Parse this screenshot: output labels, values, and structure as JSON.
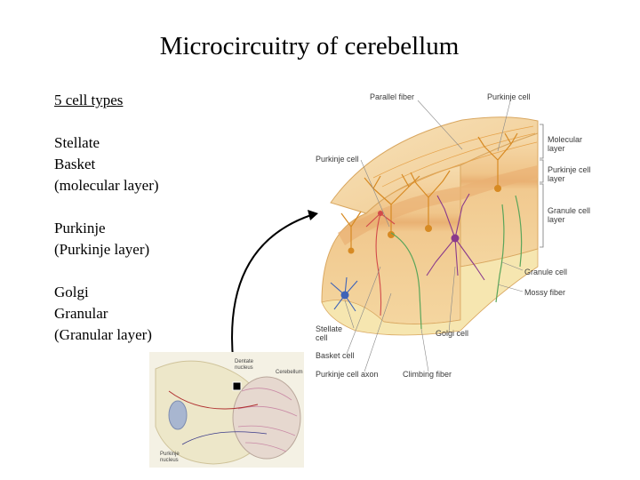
{
  "title": "Microcircuitry of cerebellum",
  "left_panel": {
    "heading": "5 cell types",
    "groups": [
      {
        "lines": [
          "Stellate",
          "Basket",
          "(molecular layer)"
        ]
      },
      {
        "lines": [
          "Purkinje",
          "(Purkinje layer)"
        ]
      },
      {
        "lines": [
          "Golgi",
          "Granular",
          "(Granular layer)"
        ]
      }
    ]
  },
  "diagram_labels": {
    "parallel_fiber": "Parallel fiber",
    "purkinje_cell_top": "Purkinje cell",
    "purkinje_cell_left": "Purkinje cell",
    "molecular_layer": [
      "Molecular",
      "layer"
    ],
    "purkinje_cell_layer": [
      "Purkinje cell",
      "layer"
    ],
    "granule_cell_layer": [
      "Granule cell",
      "layer"
    ],
    "granule_cell": "Granule cell",
    "mossy_fiber": "Mossy fiber",
    "stellate_cell": [
      "Stellate",
      "cell"
    ],
    "golgi_cell": "Golgi cell",
    "basket_cell": "Basket cell",
    "purkinje_cell_axon": "Purkinje cell axon",
    "climbing_fiber": "Climbing fiber"
  },
  "inset_labels": {
    "dentate_nucleus": [
      "Dentate",
      "nucleus"
    ],
    "cerebellum": "Cerebellum",
    "purkinje_nucleus": [
      "Purkinje",
      "nucleus"
    ]
  },
  "colors": {
    "molecular_layer": "#f6d9a8",
    "purkinje_layer": "#eebc7f",
    "granular_layer": "#f3cc8e",
    "white_matter": "#f6e6b0",
    "purkinje_cell": "#d78a23",
    "basket_cell": "#d24a4a",
    "golgi_cell": "#8a3a8c",
    "stellate_cell": "#3e63b8",
    "fiber_green": "#5aa55a",
    "arrow": "#000000"
  }
}
